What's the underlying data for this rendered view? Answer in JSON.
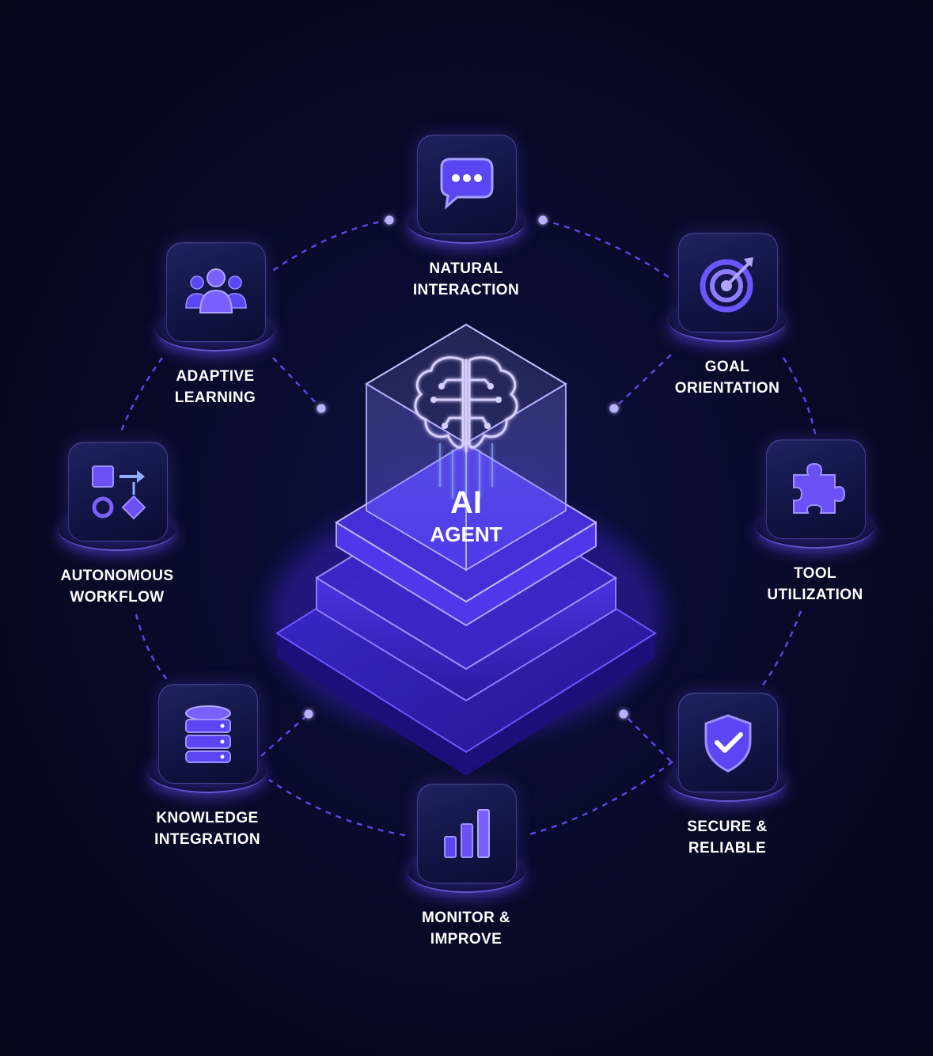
{
  "center": {
    "line1": "AI",
    "line2": "AGENT",
    "icon": "brain-icon"
  },
  "features": [
    {
      "id": "natural-interaction",
      "icon": "chat-bubble-icon",
      "lines": [
        "NATURAL",
        "INTERACTION"
      ]
    },
    {
      "id": "goal-orientation",
      "icon": "target-icon",
      "lines": [
        "GOAL",
        "ORIENTATION"
      ]
    },
    {
      "id": "tool-utilization",
      "icon": "puzzle-icon",
      "lines": [
        "TOOL",
        "UTILIZATION"
      ]
    },
    {
      "id": "secure-reliable",
      "icon": "shield-check-icon",
      "lines": [
        "SECURE &",
        "RELIABLE"
      ]
    },
    {
      "id": "monitor-improve",
      "icon": "bar-chart-icon",
      "lines": [
        "MONITOR &",
        "IMPROVE"
      ]
    },
    {
      "id": "knowledge-integration",
      "icon": "database-icon",
      "lines": [
        "KNOWLEDGE",
        "INTEGRATION"
      ]
    },
    {
      "id": "autonomous-workflow",
      "icon": "workflow-shapes-icon",
      "lines": [
        "AUTONOMOUS",
        "WORKFLOW"
      ]
    },
    {
      "id": "adaptive-learning",
      "icon": "users-icon",
      "lines": [
        "ADAPTIVE",
        "LEARNING"
      ]
    }
  ],
  "colors": {
    "background": "#070a26",
    "accent": "#6a4cff",
    "accent_light": "#8f7dff",
    "glow": "#b9b2ff"
  }
}
